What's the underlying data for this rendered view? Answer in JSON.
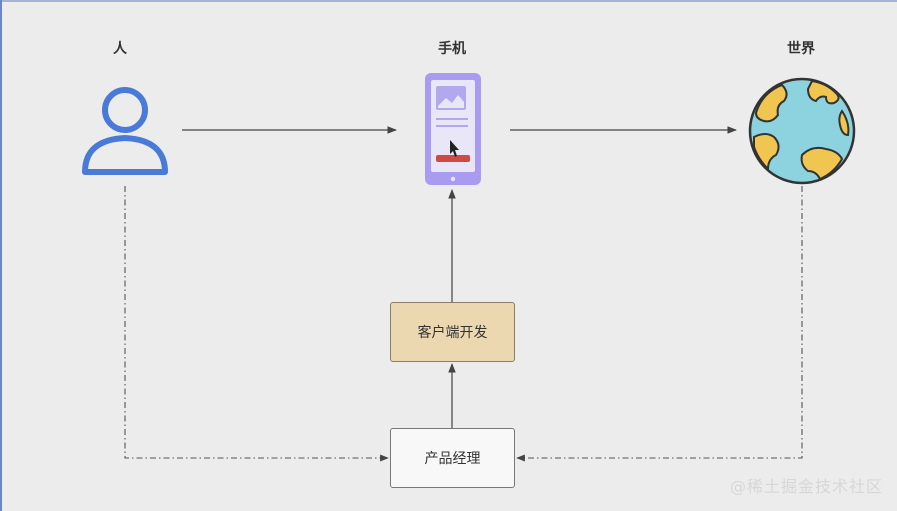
{
  "nodes": {
    "person": "人",
    "phone": "手机",
    "world": "世界",
    "client_dev": "客户端开发",
    "product_manager": "产品经理"
  },
  "watermark": "@稀土掘金技术社区",
  "colors": {
    "person_icon": "#4a7ad8",
    "phone_body": "#a99cf0",
    "phone_screen": "#e8e6f7",
    "phone_button": "#d04a44",
    "globe_ocean": "#8cd3df",
    "globe_land": "#f0c550",
    "client_dev_fill": "#ecd8b0",
    "product_manager_fill": "#f8f8f8",
    "arrow": "#444444"
  },
  "icons": {
    "person": "person-icon",
    "phone": "phone-icon",
    "world": "globe-icon"
  }
}
